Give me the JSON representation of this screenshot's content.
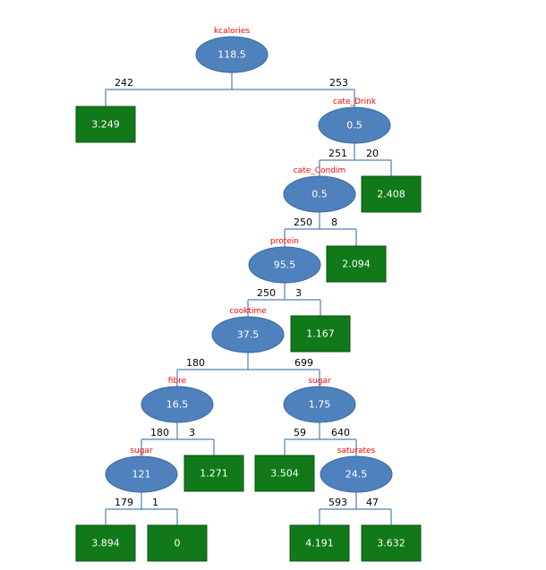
{
  "tree": {
    "nodes": [
      {
        "id": "n0",
        "split": "kcalories",
        "value": "118.5"
      },
      {
        "id": "l0",
        "value": "3.249"
      },
      {
        "id": "n1",
        "split": "cate_Drink",
        "value": "0.5"
      },
      {
        "id": "n2",
        "split": "cate_Condim",
        "value": "0.5"
      },
      {
        "id": "l1",
        "value": "2.408"
      },
      {
        "id": "n3",
        "split": "protein",
        "value": "95.5"
      },
      {
        "id": "l2",
        "value": "2.094"
      },
      {
        "id": "n4",
        "split": "cooktime",
        "value": "37.5"
      },
      {
        "id": "l3",
        "value": "1.167"
      },
      {
        "id": "n5",
        "split": "fibre",
        "value": "16.5"
      },
      {
        "id": "n6",
        "split": "sugar",
        "value": "1.75"
      },
      {
        "id": "n7",
        "split": "sugar",
        "value": "121"
      },
      {
        "id": "l4",
        "value": "1.271"
      },
      {
        "id": "l5",
        "value": "3.504"
      },
      {
        "id": "n8",
        "split": "saturates",
        "value": "24.5"
      },
      {
        "id": "l6",
        "value": "3.894"
      },
      {
        "id": "l7",
        "value": "0"
      },
      {
        "id": "l8",
        "value": "4.191"
      },
      {
        "id": "l9",
        "value": "3.632"
      }
    ],
    "edges": [
      {
        "from": "n0",
        "to": "l0",
        "count": "242"
      },
      {
        "from": "n0",
        "to": "n1",
        "count": "253"
      },
      {
        "from": "n1",
        "to": "n2",
        "count": "251"
      },
      {
        "from": "n1",
        "to": "l1",
        "count": "20"
      },
      {
        "from": "n2",
        "to": "n3",
        "count": "250"
      },
      {
        "from": "n2",
        "to": "l2",
        "count": "8"
      },
      {
        "from": "n3",
        "to": "n4",
        "count": "250"
      },
      {
        "from": "n3",
        "to": "l3",
        "count": "3"
      },
      {
        "from": "n4",
        "to": "n5",
        "count": "180"
      },
      {
        "from": "n4",
        "to": "n6",
        "count": "699"
      },
      {
        "from": "n5",
        "to": "n7",
        "count": "180"
      },
      {
        "from": "n5",
        "to": "l4",
        "count": "3"
      },
      {
        "from": "n6",
        "to": "l5",
        "count": "59"
      },
      {
        "from": "n6",
        "to": "n8",
        "count": "640"
      },
      {
        "from": "n7",
        "to": "l6",
        "count": "179"
      },
      {
        "from": "n7",
        "to": "l7",
        "count": "1"
      },
      {
        "from": "n8",
        "to": "l8",
        "count": "593"
      },
      {
        "from": "n8",
        "to": "l9",
        "count": "47"
      }
    ]
  },
  "colors": {
    "decision_node": "#4f81bd",
    "leaf_node": "#11791a",
    "split_label": "#ff0000",
    "edge": "#4f7fb8"
  }
}
